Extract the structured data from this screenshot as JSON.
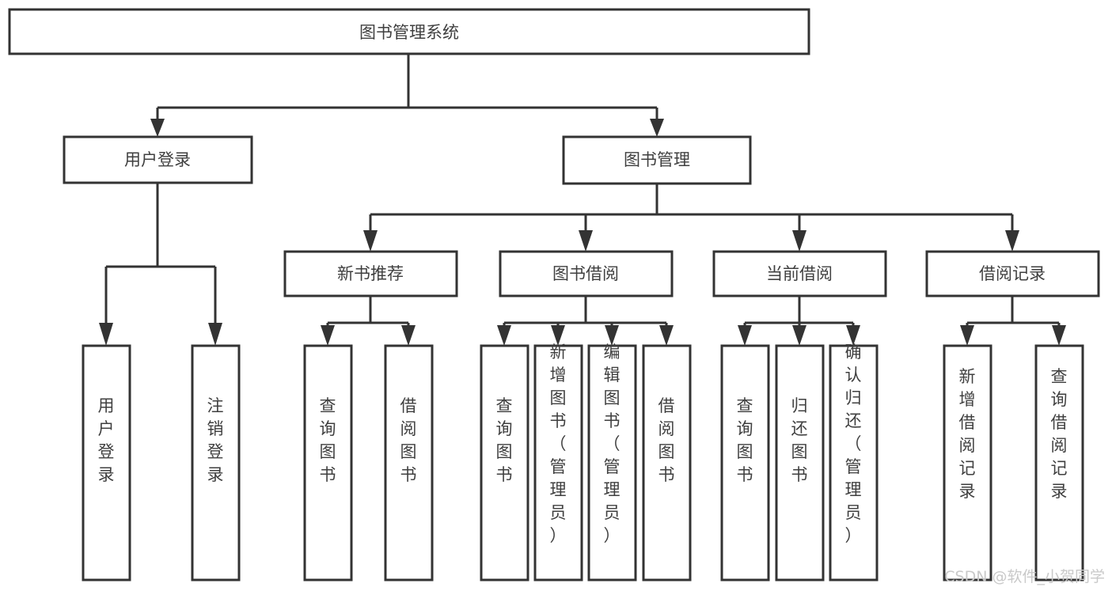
{
  "diagram": {
    "title": "图书管理系统",
    "type": "tree-hierarchy",
    "orientation": "top-down",
    "colors": {
      "box_stroke": "#333333",
      "box_fill": "#ffffff",
      "text": "#3f3f3f",
      "connector": "#333333",
      "watermark": "#c9c9c9",
      "background": "#ffffff"
    },
    "root": {
      "label": "图书管理系统"
    },
    "level2": [
      {
        "label": "用户登录"
      },
      {
        "label": "图书管理"
      }
    ],
    "level3": [
      {
        "label": "新书推荐"
      },
      {
        "label": "图书借阅"
      },
      {
        "label": "当前借阅"
      },
      {
        "label": "借阅记录"
      }
    ],
    "leaves": {
      "user_login": [
        {
          "label": "用户登录"
        },
        {
          "label": "注销登录"
        }
      ],
      "new_book_recommend": [
        {
          "label": "查询图书"
        },
        {
          "label": "借阅图书"
        }
      ],
      "book_borrow": [
        {
          "label": "查询图书"
        },
        {
          "label": "新增图书（管理员）"
        },
        {
          "label": "编辑图书（管理员）"
        },
        {
          "label": "借阅图书"
        }
      ],
      "current_borrow": [
        {
          "label": "查询图书"
        },
        {
          "label": "归还图书"
        },
        {
          "label": "确认归还（管理员）"
        }
      ],
      "borrow_record": [
        {
          "label": "新增借阅记录"
        },
        {
          "label": "查询借阅记录"
        }
      ]
    }
  },
  "watermark": {
    "text": "CSDN @软件_小贺同学"
  }
}
